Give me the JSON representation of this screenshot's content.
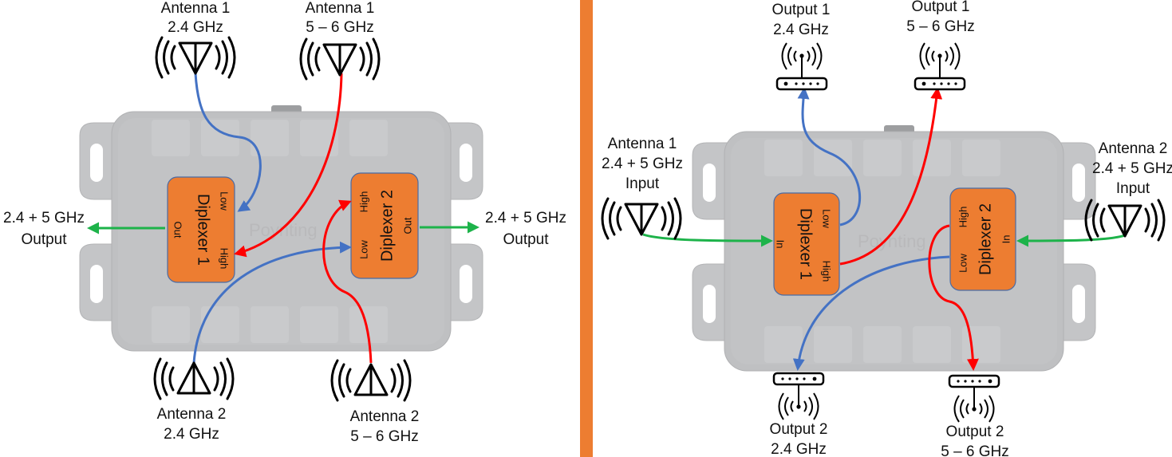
{
  "colors": {
    "divider": "#ED7D31",
    "diplexer_fill": "#ED7D31",
    "diplexer_border": "#4A6BA5",
    "enclosure": "#BFC0C2",
    "low_band_wire": "#4472C4",
    "high_band_wire": "#FF0000",
    "combined_wire": "#1DB34A"
  },
  "watermark": "Poynting",
  "left_panel": {
    "title": "Combiner configuration",
    "antenna1_24": {
      "line1": "Antenna 1",
      "line2": "2.4 GHz"
    },
    "antenna1_56": {
      "line1": "Antenna 1",
      "line2": "5 – 6 GHz"
    },
    "antenna2_24": {
      "line1": "Antenna 2",
      "line2": "2.4 GHz"
    },
    "antenna2_56": {
      "line1": "Antenna 2",
      "line2": "5 – 6 GHz"
    },
    "output_left": {
      "line1": "2.4 + 5 GHz",
      "line2": "Output"
    },
    "output_right": {
      "line1": "2.4 + 5 GHz",
      "line2": "Output"
    },
    "diplexer1": {
      "name": "Diplexer 1",
      "low": "Low",
      "high": "High",
      "common": "Out"
    },
    "diplexer2": {
      "name": "Diplexer 2",
      "low": "Low",
      "high": "High",
      "common": "Out"
    }
  },
  "right_panel": {
    "title": "Splitter configuration",
    "output1_24": {
      "line1": "Output 1",
      "line2": "2.4 GHz"
    },
    "output1_56": {
      "line1": "Output 1",
      "line2": "5 – 6 GHz"
    },
    "output2_24": {
      "line1": "Output 2",
      "line2": "2.4 GHz"
    },
    "output2_56": {
      "line1": "Output 2",
      "line2": "5 – 6 GHz"
    },
    "antenna1_in": {
      "line1": "Antenna 1",
      "line2": "2.4 + 5 GHz",
      "line3": "Input"
    },
    "antenna2_in": {
      "line1": "Antenna 2",
      "line2": "2.4 + 5 GHz",
      "line3": "Input"
    },
    "diplexer1": {
      "name": "Diplexer 1",
      "low": "Low",
      "high": "High",
      "common": "In"
    },
    "diplexer2": {
      "name": "Diplexer 2",
      "low": "Low",
      "high": "High",
      "common": "In"
    }
  }
}
